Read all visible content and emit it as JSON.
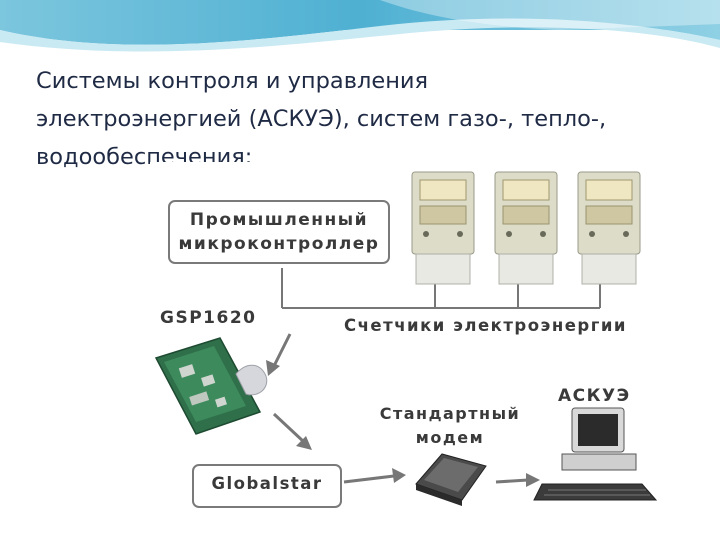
{
  "slide": {
    "title_lines": [
      "Системы контроля и управления",
      "электроэнергией (АСКУЭ), систем газо-, тепло-,",
      "водообеспечения:"
    ]
  },
  "diagram": {
    "controller_lines": [
      "Промышленный",
      "микроконтроллер"
    ],
    "gsp_label": "GSP1620",
    "meters_label": "Счетчики электроэнергии",
    "globalstar_label": "Globalstar",
    "modem_lines": [
      "Стандартный",
      "модем"
    ],
    "askue_label": "АСКУЭ"
  },
  "colors": {
    "wave_top": "#5fb8d6",
    "wave_light": "#c9e9f3",
    "title": "#1f2a44",
    "diagram_text": "#3a3a3a"
  }
}
